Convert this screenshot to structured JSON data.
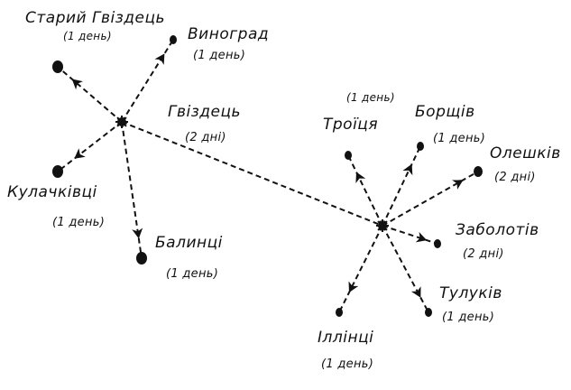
{
  "colors": {
    "ink": "#111111",
    "background": "#ffffff"
  },
  "hubs": [
    {
      "id": "hvizdets",
      "name": "Гвіздець",
      "duration": "(2 дні)"
    },
    {
      "id": "centre",
      "name": "",
      "duration": ""
    }
  ],
  "places": [
    {
      "id": "staryi",
      "name": "Старий Гвіздець",
      "duration": "(1 день)"
    },
    {
      "id": "vynohrad",
      "name": "Виноград",
      "duration": "(1 день)"
    },
    {
      "id": "kulachkivtsi",
      "name": "Кулачківці",
      "duration": "(1 день)"
    },
    {
      "id": "balyntsi",
      "name": "Балинці",
      "duration": "(1 день)"
    },
    {
      "id": "troitsia",
      "name": "Троїця",
      "duration": "(1 день)"
    },
    {
      "id": "bortsiv",
      "name": "Борщів",
      "duration": "(1 день)"
    },
    {
      "id": "oleshkiv",
      "name": "Олешків",
      "duration": "(2 дні)"
    },
    {
      "id": "zabolotiv",
      "name": "Заболотів",
      "duration": "(2 дні)"
    },
    {
      "id": "tulukiv",
      "name": "Тулуків",
      "duration": "(1 день)"
    },
    {
      "id": "illintsi",
      "name": "Іллінці",
      "duration": "(1 день)"
    }
  ],
  "edges": [
    {
      "from": "hvizdets",
      "to": "staryi"
    },
    {
      "from": "hvizdets",
      "to": "vynohrad"
    },
    {
      "from": "hvizdets",
      "to": "kulachkivtsi"
    },
    {
      "from": "hvizdets",
      "to": "balyntsi"
    },
    {
      "from": "hvizdets",
      "to": "centre"
    },
    {
      "from": "centre",
      "to": "troitsia"
    },
    {
      "from": "centre",
      "to": "bortsiv"
    },
    {
      "from": "centre",
      "to": "oleshkiv"
    },
    {
      "from": "centre",
      "to": "zabolotiv"
    },
    {
      "from": "centre",
      "to": "tulukiv"
    },
    {
      "from": "centre",
      "to": "illintsi"
    }
  ]
}
